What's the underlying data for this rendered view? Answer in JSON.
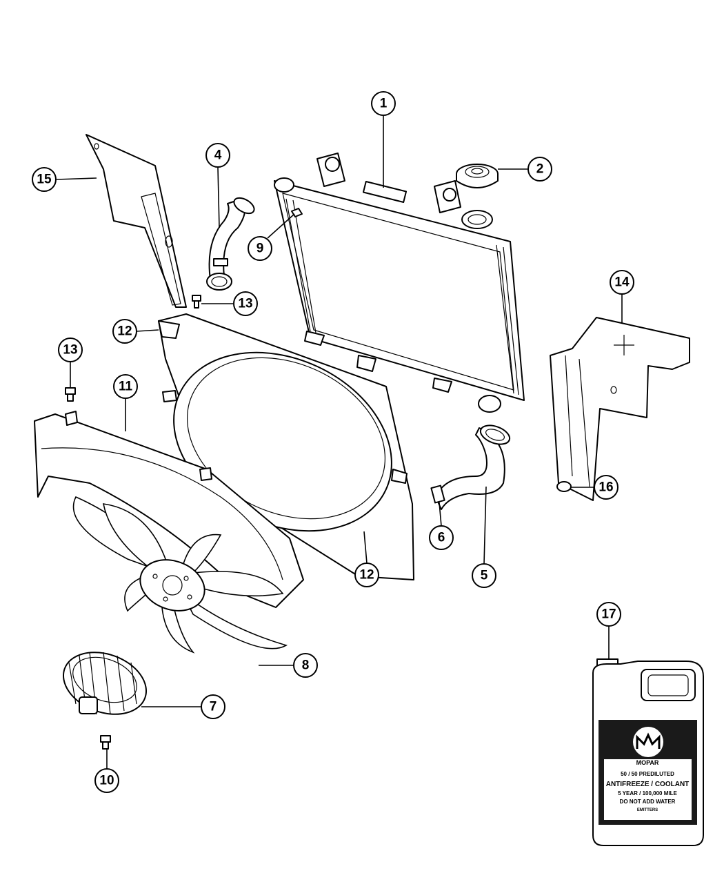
{
  "callouts": [
    {
      "id": "1",
      "label": "1"
    },
    {
      "id": "2",
      "label": "2"
    },
    {
      "id": "4",
      "label": "4"
    },
    {
      "id": "9",
      "label": "9"
    },
    {
      "id": "15",
      "label": "15"
    },
    {
      "id": "13a",
      "label": "13"
    },
    {
      "id": "12a",
      "label": "12"
    },
    {
      "id": "13b",
      "label": "13"
    },
    {
      "id": "11",
      "label": "11"
    },
    {
      "id": "14",
      "label": "14"
    },
    {
      "id": "16",
      "label": "16"
    },
    {
      "id": "6",
      "label": "6"
    },
    {
      "id": "5",
      "label": "5"
    },
    {
      "id": "12b",
      "label": "12"
    },
    {
      "id": "8",
      "label": "8"
    },
    {
      "id": "7",
      "label": "7"
    },
    {
      "id": "10",
      "label": "10"
    },
    {
      "id": "17",
      "label": "17"
    }
  ],
  "coolant_label": {
    "brand": "MOPAR",
    "line1": "50 / 50 PREDILUTED",
    "line2": "ANTIFREEZE / COOLANT",
    "line3": "5 YEAR / 100,000 MILE",
    "line4": "DO NOT ADD WATER",
    "line5": "EMITTERS"
  }
}
